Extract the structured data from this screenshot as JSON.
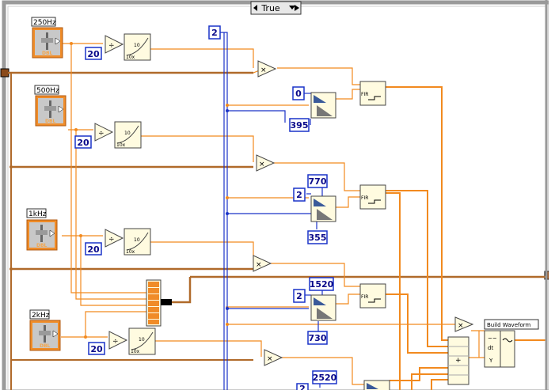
{
  "case_structure": {
    "selector": "True"
  },
  "knobs": [
    {
      "label": "250Hz",
      "type": "DBL"
    },
    {
      "label": "500Hz",
      "type": "DBL"
    },
    {
      "label": "1kHz",
      "type": "DBL"
    },
    {
      "label": "2kHz",
      "type": "DBL"
    }
  ],
  "constants": {
    "top": "2",
    "div_1": "20",
    "div_2": "20",
    "div_3": "20",
    "div_4": "20",
    "filter_1_low": "0",
    "filter_1_high": "395",
    "filter_2_order": "2",
    "filter_2_low": "770",
    "filter_2_high": "355",
    "filter_3_order": "2",
    "filter_3_low": "1520",
    "filter_3_high": "730",
    "filter_4_low": "2520",
    "filter_4_order": "2"
  },
  "nodes": {
    "pow_label": "10",
    "pow_sub": "10x",
    "fir_label": "FIR",
    "dbl_label": "DBL",
    "build_waveform": "Build Waveform",
    "bw_dt": "dt",
    "bw_y": "Y"
  },
  "colors": {
    "dbl_wire": "#f28a1f",
    "int_wire": "#1a33c8",
    "case_border": "#8a8a8a",
    "frame_border": "#8a5a2a"
  },
  "icons": [
    "divide-icon",
    "power-of-ten-icon",
    "multiply-icon",
    "filter-icon",
    "fir-icon",
    "build-array-icon",
    "add-array-icon",
    "build-waveform-icon"
  ]
}
